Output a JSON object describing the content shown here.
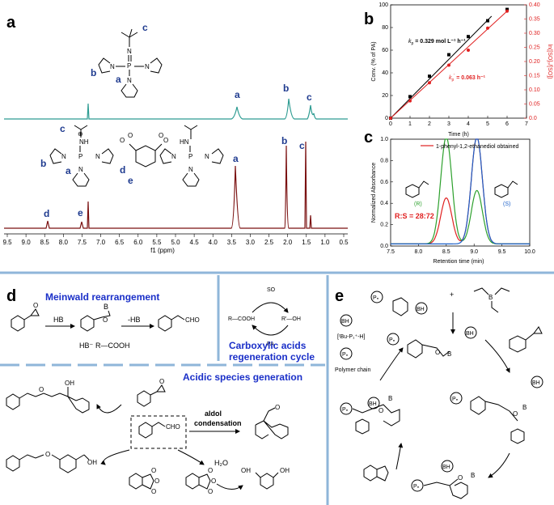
{
  "panels": {
    "a": "a",
    "b": "b",
    "c": "c",
    "d": "d",
    "e": "e"
  },
  "colors": {
    "teal": "#2e9c92",
    "darkred": "#7a1010",
    "blue": "#1a2fc8",
    "red": "#e02020",
    "green": "#2ca02c",
    "lightblue": "#7aaed6",
    "pagebg": "#ffffff"
  },
  "nmr": {
    "xlabel": "f1 (ppm)",
    "ticks": [
      "9.5",
      "9.0",
      "8.5",
      "8.0",
      "7.5",
      "7.0",
      "6.5",
      "6.0",
      "5.5",
      "5.0",
      "4.5",
      "4.0",
      "3.5",
      "3.0",
      "2.5",
      "2.0",
      "1.5",
      "1.0",
      "0.5"
    ],
    "top_labels": {
      "a": "a",
      "b": "b",
      "c": "c"
    },
    "bottom_labels": {
      "a": "a",
      "b": "b",
      "c": "c",
      "d": "d",
      "e": "e"
    },
    "struct_top_labels": {
      "c": "c",
      "b": "b",
      "a": "a"
    },
    "struct_bottom_labels": {
      "c": "c",
      "b": "b",
      "a": "a",
      "d": "d",
      "e": "e"
    }
  },
  "chart_data": [
    {
      "type": "scatter",
      "panel": "b",
      "xlabel": "Time (h)",
      "ylabel": "Conv. (% of PA)",
      "y2label": "ln([SO]₀/[SO])",
      "xlim": [
        0,
        7
      ],
      "ylim": [
        0,
        100
      ],
      "y2lim": [
        0,
        0.4
      ],
      "xticks": [
        "0",
        "1",
        "2",
        "3",
        "4",
        "5",
        "6",
        "7"
      ],
      "yticks": [
        "0",
        "20",
        "40",
        "60",
        "80",
        "100"
      ],
      "y2ticks": [
        "0.0",
        "0.05",
        "0.10",
        "0.15",
        "0.20",
        "0.25",
        "0.30",
        "0.35",
        "0.40"
      ],
      "series": [
        {
          "x": [
            0,
            1,
            2,
            3,
            4,
            5,
            6
          ],
          "y": [
            0,
            19,
            37,
            56,
            72,
            86,
            96
          ]
        },
        {
          "x": [
            0,
            1,
            2,
            3,
            4,
            5,
            6
          ],
          "y": [
            0,
            0.061,
            0.125,
            0.187,
            0.24,
            0.318,
            0.378
          ]
        }
      ],
      "annotations": {
        "kp": "k",
        "kp_sub": "p",
        "kp_val": " = 0.329 mol L⁻¹ h⁻¹",
        "kp2": "k",
        "kp2_sub": "p",
        "kp2_sup": "'",
        "kp2_val": " = 0.063 h⁻¹"
      }
    },
    {
      "type": "line",
      "panel": "c",
      "xlabel": "Retention time (min)",
      "ylabel": "Normalized Absorbance",
      "xlim": [
        7.5,
        10.0
      ],
      "ylim": [
        0,
        1.0
      ],
      "xticks": [
        "7.5",
        "8.0",
        "8.5",
        "9.0",
        "9.5",
        "10.0"
      ],
      "yticks": [
        "0.0",
        "0.2",
        "0.4",
        "0.6",
        "0.8",
        "1.0"
      ],
      "series": [
        {
          "name": "1-phenyl-1,2-ethanediol obtained",
          "peaks": [
            [
              8.5,
              0.43
            ],
            [
              9.05,
              1.0
            ]
          ]
        },
        {
          "peaks": [
            [
              8.5,
              1.0
            ],
            [
              9.05,
              0.5
            ]
          ]
        },
        {
          "peaks": [
            [
              9.05,
              1.0
            ]
          ]
        }
      ],
      "labels": {
        "r": "(R)",
        "s": "(S)",
        "ratio": "R:S = 28:72"
      }
    }
  ],
  "panel_d": {
    "meinwald": "Meinwald rearrangement",
    "carboxylic": "Carboxylic acids",
    "regeneration": "regeneration cycle",
    "acidic": "Acidic species generation",
    "aldol": "aldol",
    "condensation": "condensation",
    "hb": "HB",
    "minus_hb": "-HB",
    "hb_minus": "HB⁻",
    "rcooh_pair": "R—COOH",
    "so": "SO",
    "pa": "PA",
    "rcooh": "R—COOH",
    "roh": "R'—OH",
    "cho": "CHO",
    "h2o": "H₂O",
    "oh": "OH",
    "b": "B"
  },
  "panel_e": {
    "bh": "BH",
    "pn": "Pₙ",
    "polymer_chain": "Polymer chain",
    "cation": "[ᵗBu-P₁⁺-H]",
    "plus": "+",
    "o": "O",
    "b": "B"
  }
}
